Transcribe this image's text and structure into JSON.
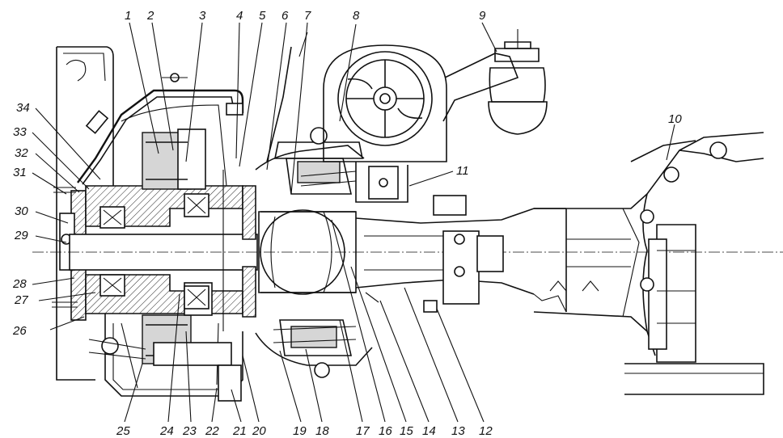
{
  "diagram": {
    "colors": {
      "ink": "#111111",
      "paper": "#ffffff",
      "shade": "#d6d6d6"
    },
    "callouts": [
      {
        "id": "c1",
        "text": "1"
      },
      {
        "id": "c2",
        "text": "2"
      },
      {
        "id": "c3",
        "text": "3"
      },
      {
        "id": "c4",
        "text": "4"
      },
      {
        "id": "c5",
        "text": "5"
      },
      {
        "id": "c6",
        "text": "6"
      },
      {
        "id": "c7",
        "text": "7"
      },
      {
        "id": "c8",
        "text": "8"
      },
      {
        "id": "c9",
        "text": "9"
      },
      {
        "id": "c10",
        "text": "10"
      },
      {
        "id": "c11",
        "text": "11"
      },
      {
        "id": "c12",
        "text": "12"
      },
      {
        "id": "c13",
        "text": "13"
      },
      {
        "id": "c14",
        "text": "14"
      },
      {
        "id": "c15",
        "text": "15"
      },
      {
        "id": "c16",
        "text": "16"
      },
      {
        "id": "c17",
        "text": "17"
      },
      {
        "id": "c18",
        "text": "18"
      },
      {
        "id": "c19",
        "text": "19"
      },
      {
        "id": "c20",
        "text": "20"
      },
      {
        "id": "c21",
        "text": "21"
      },
      {
        "id": "c22",
        "text": "22"
      },
      {
        "id": "c23",
        "text": "23"
      },
      {
        "id": "c24",
        "text": "24"
      },
      {
        "id": "c25",
        "text": "25"
      },
      {
        "id": "c26",
        "text": "26"
      },
      {
        "id": "c27",
        "text": "27"
      },
      {
        "id": "c28",
        "text": "28"
      },
      {
        "id": "c29",
        "text": "29"
      },
      {
        "id": "c30",
        "text": "30"
      },
      {
        "id": "c31",
        "text": "31"
      },
      {
        "id": "c32",
        "text": "32"
      },
      {
        "id": "c33",
        "text": "33"
      },
      {
        "id": "c34",
        "text": "34"
      }
    ]
  }
}
